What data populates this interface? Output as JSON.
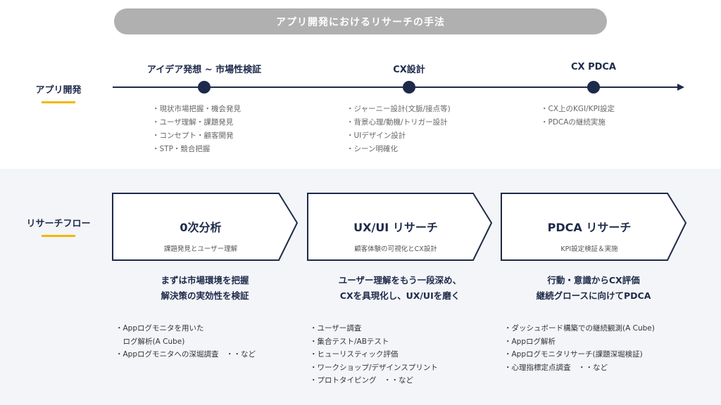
{
  "title": "アプリ開発におけるリサーチの手法",
  "rows": {
    "dev": "アプリ開発",
    "research": "リサーチフロー"
  },
  "phases": [
    {
      "title": "アイデア発想 ~ 市場性検証",
      "items": [
        "・現状市場把握・機会発見",
        "・ユーザ理解・課題発見",
        "・コンセプト・顧客開発",
        "・STP・競合把握"
      ]
    },
    {
      "title": "CX設計",
      "items": [
        "・ジャーニー設計(文脈/接点等)",
        "・背景心理/動機/トリガー設計",
        "・UIデザイン設計",
        "・シーン明確化"
      ]
    },
    {
      "title": "CX PDCA",
      "items": [
        "・CX上のKGI/KPI設定",
        "・PDCAの継続実施"
      ]
    }
  ],
  "flow": [
    {
      "title": "0次分析",
      "subtitle": "課題発見とユーザー理解",
      "headline1": "まずは市場環境を把握",
      "headline2": "解決策の実効性を検証",
      "items": [
        "・Appログモニタを用いた",
        "　ログ解析(A Cube)",
        "・Appログモニタへの深堀調査　・・など"
      ]
    },
    {
      "title": "UX/UI リサーチ",
      "subtitle": "顧客体験の可視化とCX設計",
      "headline1": "ユーザー理解をもう一段深め、",
      "headline2": "CXを具現化し、UX/UIを磨く",
      "items": [
        "・ユーザー調査",
        "・集合テスト/ABテスト",
        "・ヒューリスティック評価",
        "・ワークショップ/デザインスプリント",
        "・プロトタイピング　・・など"
      ]
    },
    {
      "title": "PDCA リサーチ",
      "subtitle": "KPI設定検証＆実施",
      "headline1": "行動・意識からCX評価",
      "headline2": "継続グロースに向けてPDCA",
      "items": [
        "・ダッシュボード構築での継続観測(A Cube)",
        "・Appログ解析",
        "・Appログモニタリサーチ(課題深堀検証)",
        "・心理指標定点調査　・・など"
      ]
    }
  ],
  "colors": {
    "navy": "#1e2a4a",
    "accent": "#f2b705",
    "pill": "#b0b0b0"
  }
}
